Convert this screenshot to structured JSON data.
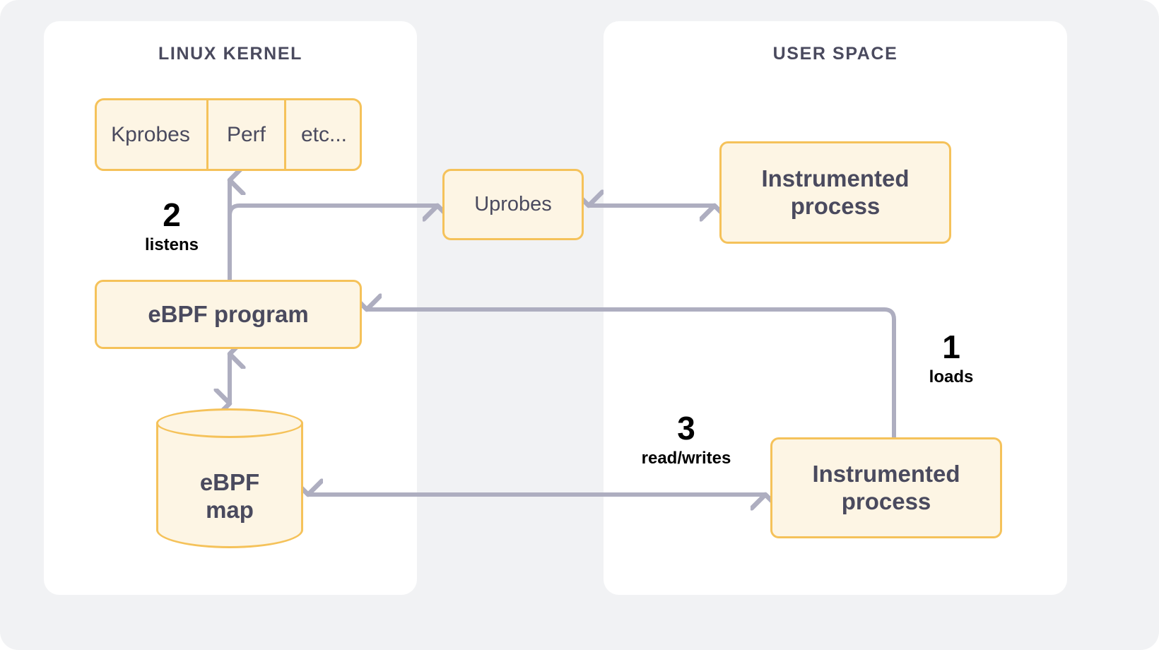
{
  "background": {
    "page": "#f1f2f4",
    "panel": "#ffffff"
  },
  "colors": {
    "node_fill": "#fdf5e4",
    "node_border": "#f5c25a",
    "node_text": "#4a4a5e",
    "arrow": "#aeaec0",
    "step_text": "#000000"
  },
  "panels": {
    "kernel": {
      "title": "LINUX KERNEL"
    },
    "user": {
      "title": "USER SPACE"
    }
  },
  "nodes": {
    "probe_bar": {
      "segments": [
        {
          "label": "Kprobes"
        },
        {
          "label": "Perf"
        },
        {
          "label": "etc..."
        }
      ]
    },
    "ebpf_program": {
      "label": "eBPF program"
    },
    "uprobes": {
      "label": "Uprobes"
    },
    "ebpf_map": {
      "label": "eBPF\nmap"
    },
    "process_top": {
      "line1": "Instrumented",
      "line2": "process"
    },
    "process_bottom": {
      "line1": "Instrumented",
      "line2": "process"
    }
  },
  "steps": [
    {
      "number": "1",
      "caption": "loads"
    },
    {
      "number": "2",
      "caption": "listens"
    },
    {
      "number": "3",
      "caption": "read/writes"
    }
  ],
  "connections": [
    {
      "name": "ebpf-program-to-probes",
      "from": "eBPF program",
      "to": "Kprobes/Perf/etc...",
      "direction": "one-way",
      "step": "2"
    },
    {
      "name": "ebpf-program-to-uprobes",
      "from": "eBPF program",
      "to": "Uprobes",
      "direction": "one-way",
      "step": "2"
    },
    {
      "name": "uprobes-to-process-top",
      "from": "Uprobes",
      "to": "Instrumented process",
      "direction": "two-way"
    },
    {
      "name": "process-bottom-to-ebpf-program",
      "from": "Instrumented process",
      "to": "eBPF program",
      "direction": "one-way",
      "step": "1"
    },
    {
      "name": "process-bottom-to-ebpf-map",
      "from": "Instrumented process",
      "to": "eBPF map",
      "direction": "two-way",
      "step": "3"
    },
    {
      "name": "ebpf-program-to-ebpf-map",
      "from": "eBPF program",
      "to": "eBPF map",
      "direction": "two-way"
    }
  ]
}
